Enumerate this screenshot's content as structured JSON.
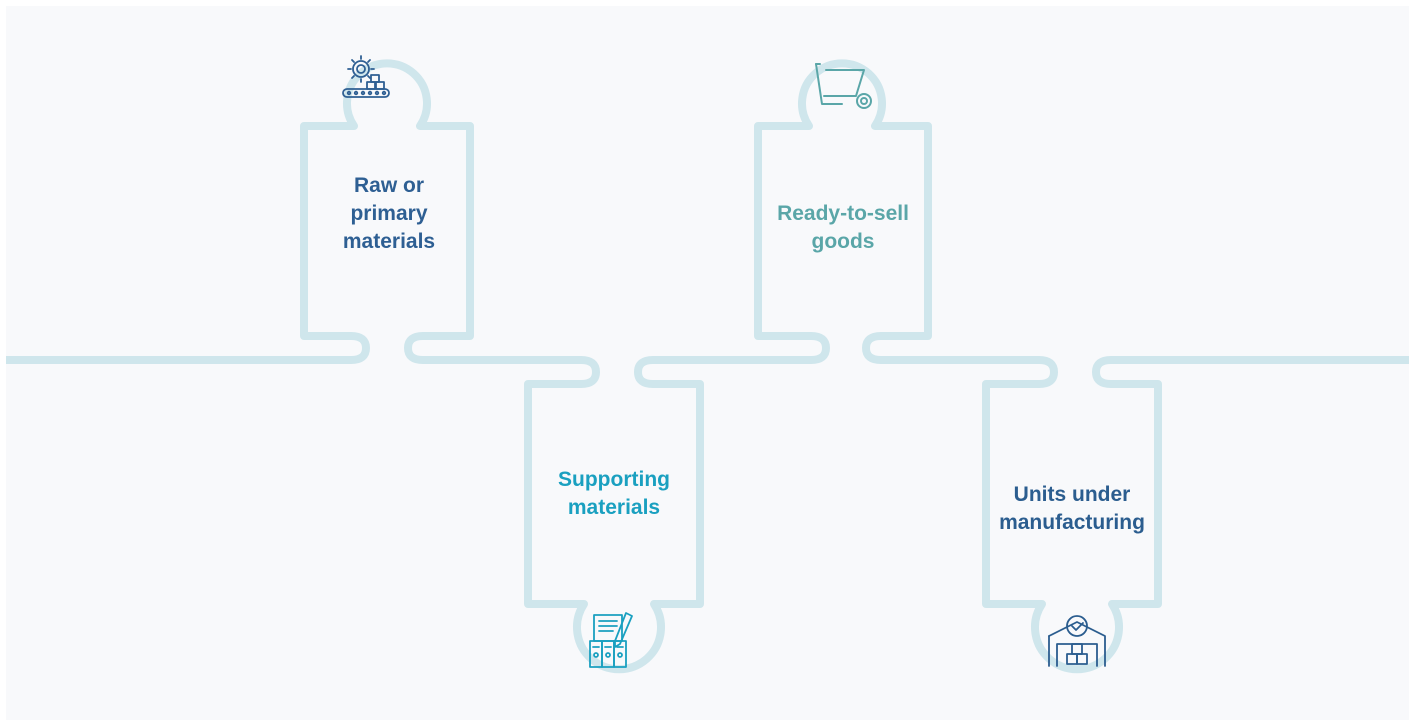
{
  "connector_color": "#cfe6ec",
  "stage_background": "#f8f9fb",
  "items": [
    {
      "label": "Raw or\nprimary\nmaterials",
      "color": "#2e5f93",
      "icon": "gear-conveyor-icon"
    },
    {
      "label": "Supporting\nmaterials",
      "color": "#1aa0c0",
      "icon": "documents-pen-icon"
    },
    {
      "label": "Ready-to-sell\ngoods",
      "color": "#5aa6a8",
      "icon": "cart-icon"
    },
    {
      "label": "Units under\nmanufacturing",
      "color": "#2b5d8f",
      "icon": "warehouse-icon"
    }
  ]
}
